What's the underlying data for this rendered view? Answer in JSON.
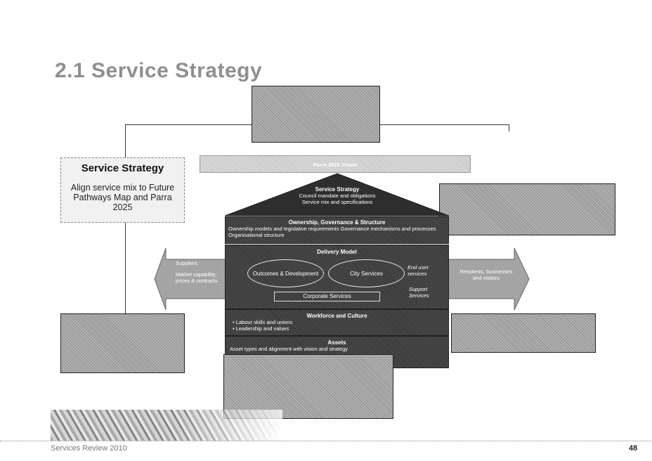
{
  "title": "2.1 Service Strategy",
  "strategy_card": {
    "heading": "Service Strategy",
    "body": "Align service mix to Future Pathways Map and Parra 2025"
  },
  "vision_bar": "Parra 2025 Vision",
  "roof": {
    "title": "Service Strategy",
    "line1": "Council mandate and obligations",
    "line2": "Service mix and specifications"
  },
  "ownership": {
    "title": "Ownership, Governance & Structure",
    "body": "Ownership models and legislative requirements Governance mechanisms and processes Organisational structure"
  },
  "delivery": {
    "title": "Delivery Model",
    "oval_left": "Outcomes & Development",
    "oval_right": "City Services",
    "corporate": "Corporate Services",
    "end_user": "End user services",
    "support": "Support Services"
  },
  "workforce": {
    "title": "Workforce and Culture",
    "items": [
      "Labour skills and unions",
      "Leadership and values"
    ]
  },
  "assets": {
    "title": "Assets",
    "body": "Asset types and alignment with vision and strategy"
  },
  "left_arrow": {
    "line1": "Suppliers",
    "line2": "Market capability, prices & contracts"
  },
  "right_arrow": "Residents, businesses and visitors",
  "footer": {
    "left": "Services Review 2010",
    "page": "48"
  }
}
